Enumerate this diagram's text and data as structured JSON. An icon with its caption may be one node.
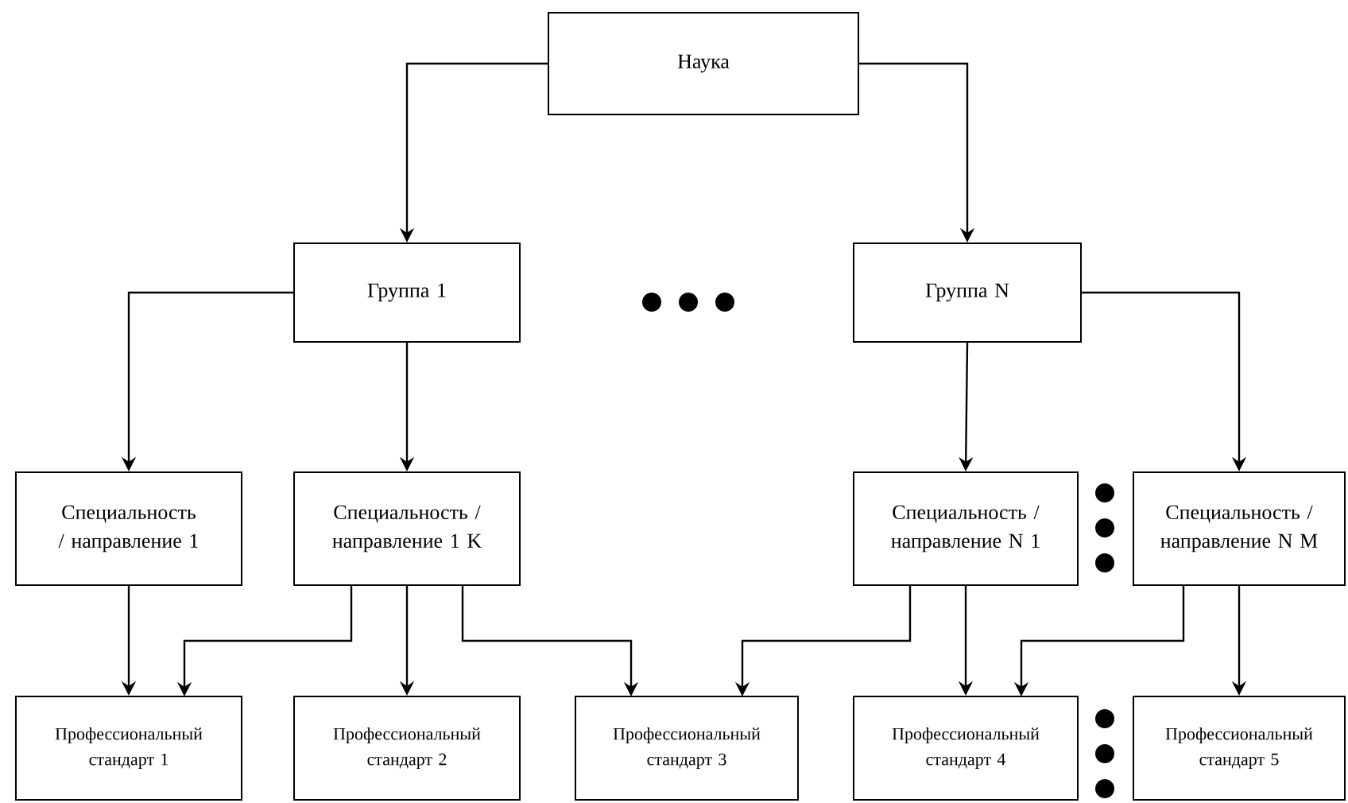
{
  "diagram": {
    "nodes": [
      {
        "text": [
          "Наука"
        ]
      },
      {
        "text": [
          "Группа 1"
        ]
      },
      {
        "text": [
          "Группа N"
        ]
      },
      {
        "text": [
          "Специальность / направление 1"
        ]
      },
      {
        "text": [
          "Специальность / направление 1 K"
        ]
      },
      {
        "text": [
          "Специальность / направление N 1"
        ]
      },
      {
        "text": [
          "Специальность / направление N M"
        ]
      },
      {
        "text": [
          "Профессиональный стандарт 1"
        ]
      },
      {
        "text": [
          "Профессиональный стандарт 2"
        ]
      },
      {
        "text": [
          "Профессиональный стандарт 3"
        ]
      },
      {
        "text": [
          "Профессиональный стандарт 4"
        ]
      },
      {
        "text": [
          "Профессиональный стандарт 5"
        ]
      }
    ],
    "edges": [
      {
        "from": 0,
        "to": 1,
        "arrow": "to"
      },
      {
        "from": 0,
        "to": 2,
        "arrow": "to"
      },
      {
        "from": 1,
        "to": 3,
        "arrow": "to"
      },
      {
        "from": 1,
        "to": 4,
        "arrow": "to"
      },
      {
        "from": 2,
        "to": 5,
        "arrow": "to"
      },
      {
        "from": 2,
        "to": 6,
        "arrow": "to"
      },
      {
        "from": 3,
        "to": 7,
        "arrow": "to"
      },
      {
        "from": 4,
        "to": 7,
        "arrow": "to"
      },
      {
        "from": 4,
        "to": 8,
        "arrow": "to"
      },
      {
        "from": 4,
        "to": 9,
        "arrow": "to"
      },
      {
        "from": 5,
        "to": 9,
        "arrow": "to"
      },
      {
        "from": 5,
        "to": 10,
        "arrow": "to"
      },
      {
        "from": 6,
        "to": 10,
        "arrow": "to"
      },
      {
        "from": 6,
        "to": 11,
        "arrow": "to"
      }
    ]
  }
}
